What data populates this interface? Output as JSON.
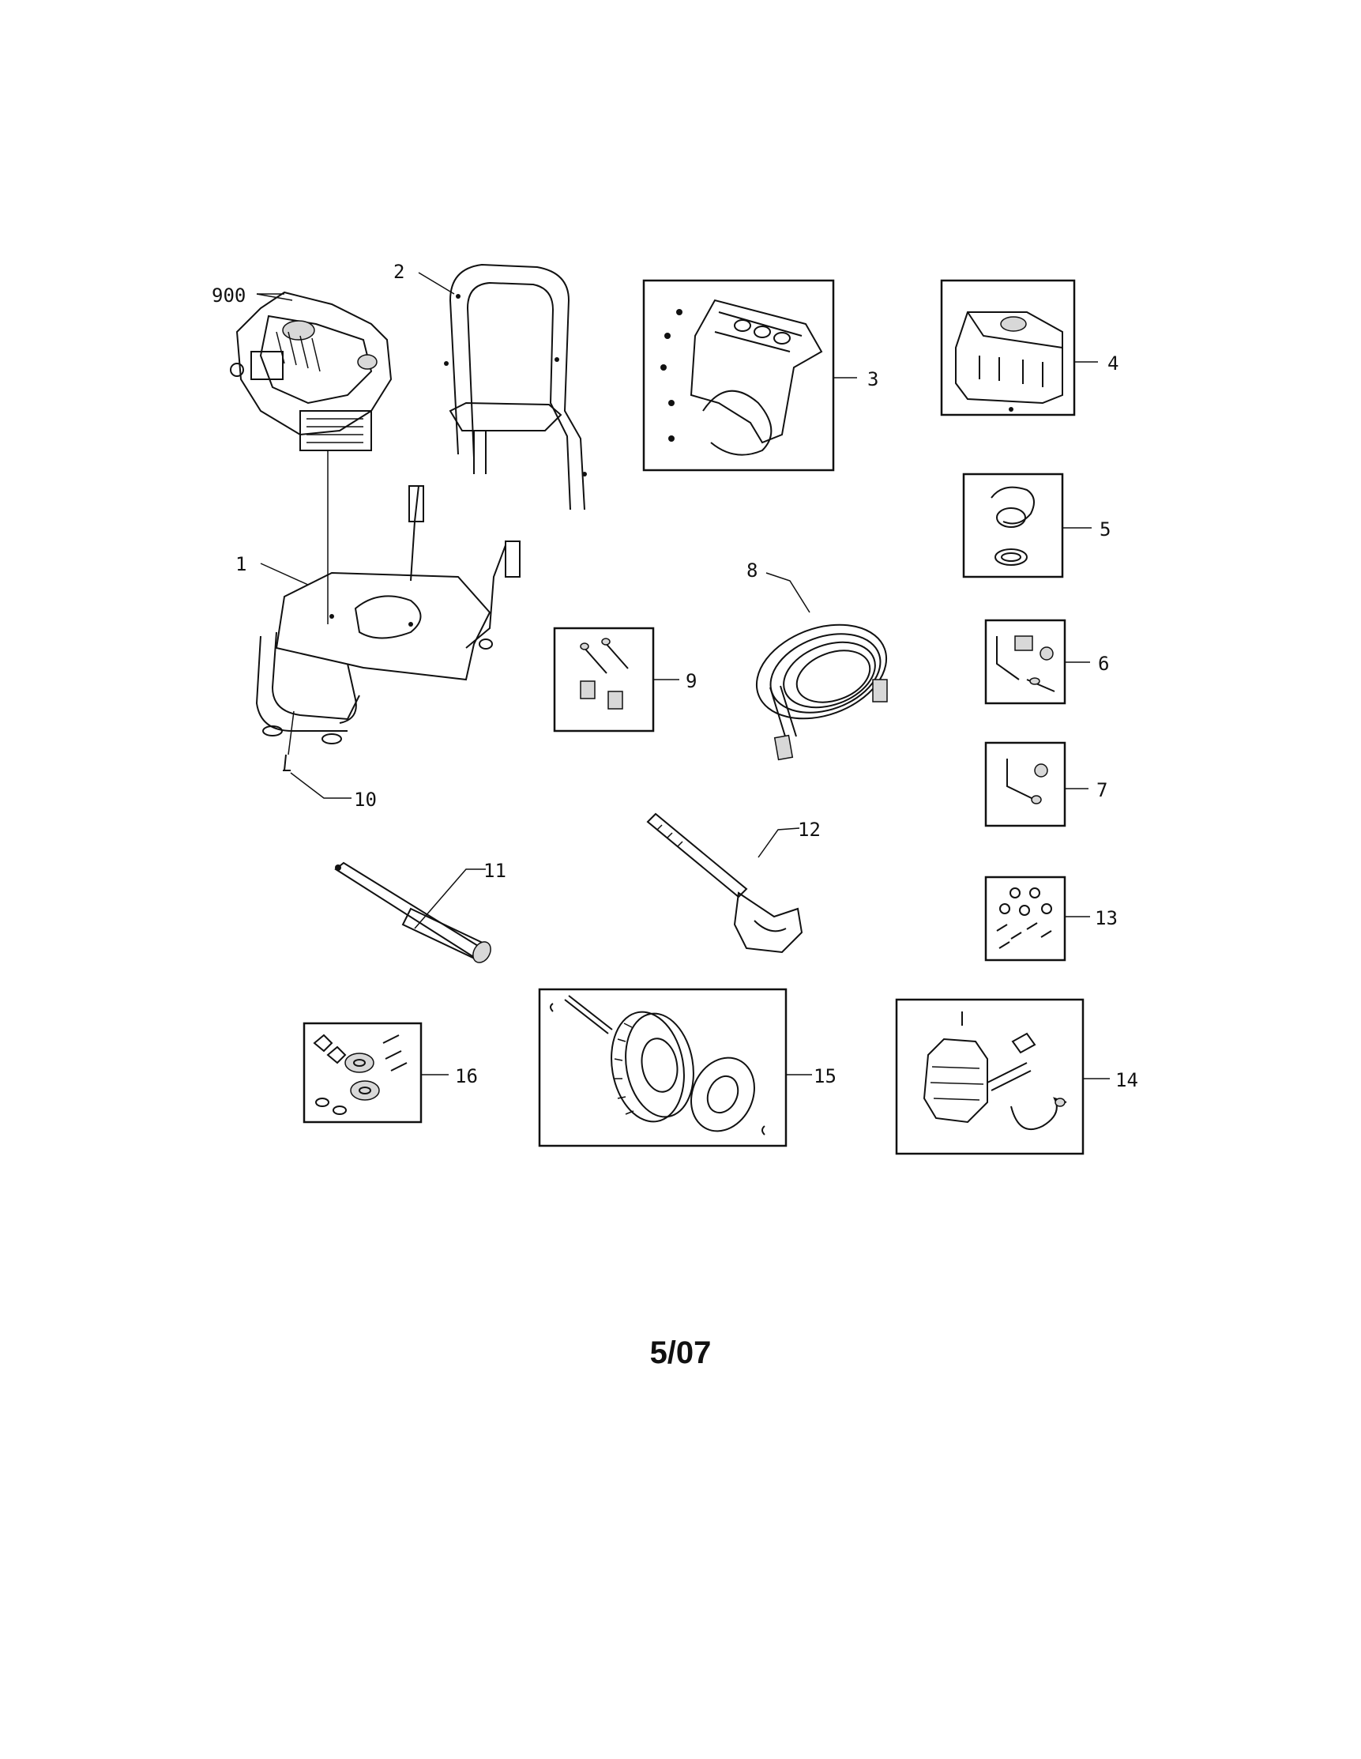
{
  "diagram": {
    "callouts": {
      "p900": "900",
      "p1": "1",
      "p2": "2",
      "p3": "3",
      "p4": "4",
      "p5": "5",
      "p6": "6",
      "p7": "7",
      "p8": "8",
      "p9": "9",
      "p10": "10",
      "p11": "11",
      "p12": "12",
      "p13": "13",
      "p14": "14",
      "p15": "15",
      "p16": "16"
    }
  },
  "footer": {
    "date_code": "5/07"
  },
  "colors": {
    "ink": "#111111",
    "paper": "#ffffff"
  }
}
